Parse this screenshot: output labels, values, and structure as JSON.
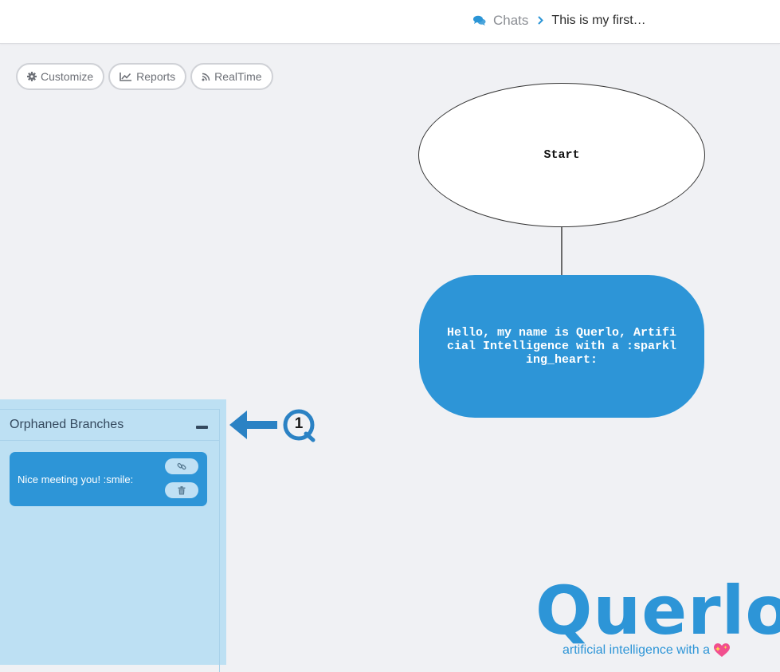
{
  "header": {
    "breadcrumb": {
      "chats_label": "Chats",
      "current_label": "This is my first…"
    }
  },
  "toolbar": {
    "customize_label": "Customize",
    "reports_label": "Reports",
    "realtime_label": "RealTime"
  },
  "flow": {
    "start_label": "Start",
    "message_label": "Hello, my name is Querlo, Artificial Intelligence with a :sparkling_heart:"
  },
  "orphans": {
    "title": "Orphaned Branches",
    "items": [
      {
        "text": "Nice meeting you! :smile:"
      }
    ]
  },
  "callout": {
    "number": "1"
  },
  "logo": {
    "wordmark": "Querlo",
    "tagline": "artificial intelligence with a"
  },
  "icons": {
    "chats": "chat-bubbles-icon",
    "chevron": "chevron-right-icon",
    "customize": "gear-icon",
    "reports": "line-chart-icon",
    "realtime": "rss-icon",
    "link": "link-icon",
    "delete": "trash-icon",
    "heart": "sparkling-heart-icon"
  },
  "colors": {
    "accent": "#2d95d7",
    "panel": "#bde0f3",
    "background": "#f0f1f4"
  }
}
